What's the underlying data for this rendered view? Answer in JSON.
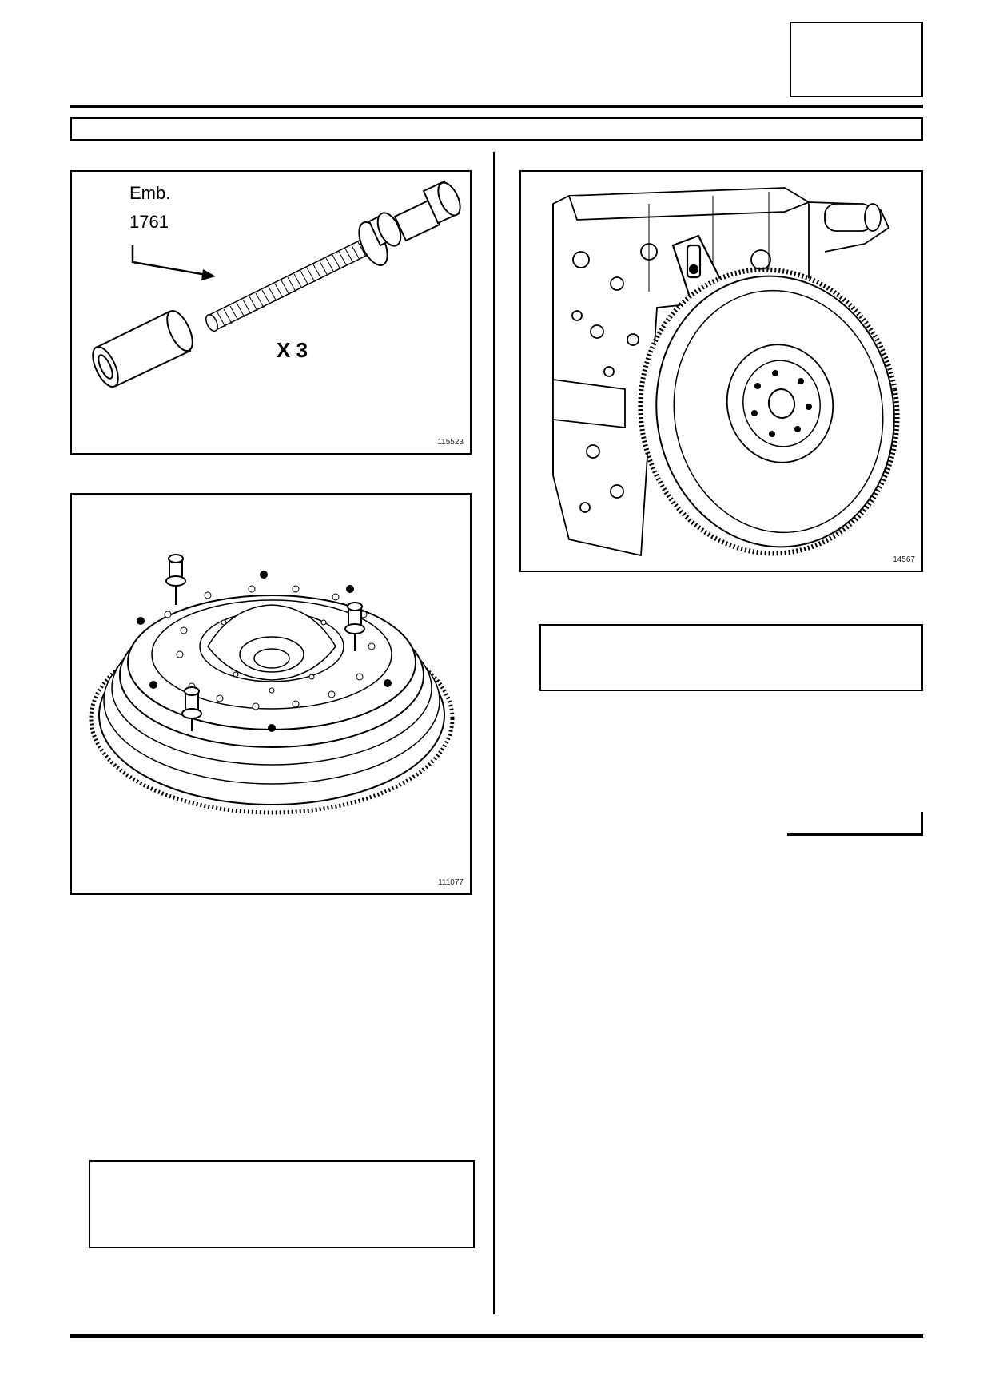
{
  "page": {
    "header_box_text": "",
    "title_bar_text": ""
  },
  "figure_tool": {
    "label_line1": "Emb.",
    "label_line2": "1761",
    "quantity": "X 3",
    "figure_id": "115523"
  },
  "figure_flywheel": {
    "figure_id": "111077"
  },
  "figure_engine": {
    "figure_id": "14567"
  },
  "notes": {
    "right_note_text": "",
    "left_note_text": ""
  }
}
